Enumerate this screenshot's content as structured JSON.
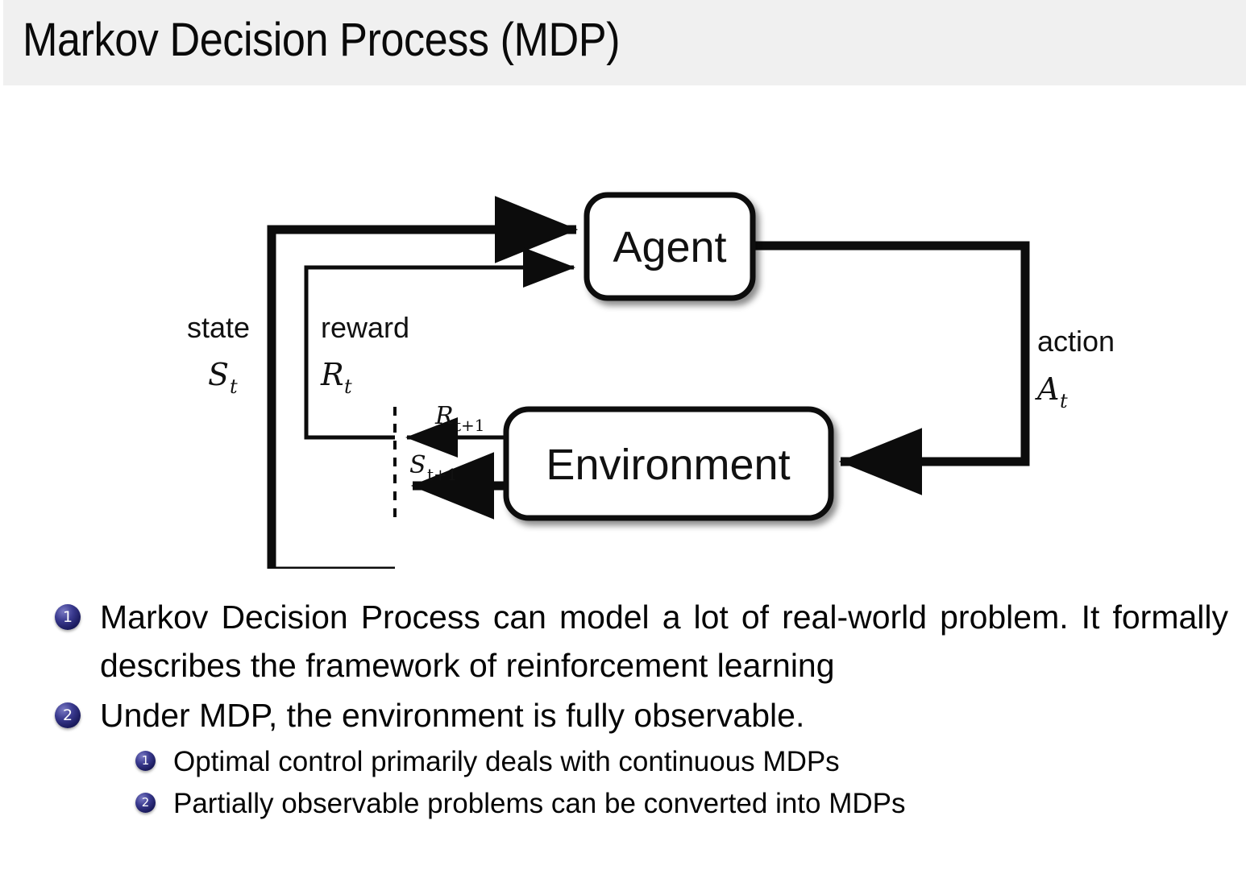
{
  "slide": {
    "title": "Markov Decision Process (MDP)",
    "header_bg": "#f0f0f0",
    "body_bg": "#ffffff",
    "text_color": "#050505",
    "badge_color": "#2a2a7f"
  },
  "diagram": {
    "name": "agent-environment-interaction-loop",
    "nodes": [
      {
        "id": "agent",
        "label": "Agent"
      },
      {
        "id": "environment",
        "label": "Environment"
      }
    ],
    "labels": {
      "state_word": "state",
      "state_symbol": "S",
      "state_symbol_sub": "t",
      "reward_word": "reward",
      "reward_symbol": "R",
      "reward_symbol_sub": "t",
      "action_word": "action",
      "action_symbol": "A",
      "action_symbol_sub": "t",
      "next_reward_symbol": "R",
      "next_reward_sub": "t+1",
      "next_state_symbol": "S",
      "next_state_sub": "t+1"
    },
    "edges": [
      {
        "from": "environment",
        "to": "agent",
        "label": "state S_t",
        "style": "thick"
      },
      {
        "from": "environment",
        "to": "agent",
        "label": "reward R_t",
        "style": "thin"
      },
      {
        "from": "agent",
        "to": "environment",
        "label": "action A_t",
        "style": "thick"
      },
      {
        "from": "environment",
        "to": "boundary",
        "label": "R_t+1",
        "style": "thin"
      },
      {
        "from": "environment",
        "to": "boundary",
        "label": "S_t+1",
        "style": "thick"
      }
    ],
    "time_boundary": "dashed-vertical-line"
  },
  "bullets": [
    {
      "number": "1",
      "level": 1,
      "text": "Markov Decision Process can model a lot of real-world problem. It formally describes the framework of reinforcement learning"
    },
    {
      "number": "2",
      "level": 1,
      "text": "Under MDP, the environment is fully observable."
    },
    {
      "number": "1",
      "level": 2,
      "text": "Optimal control primarily deals with continuous MDPs"
    },
    {
      "number": "2",
      "level": 2,
      "text": "Partially observable problems can be converted into MDPs"
    }
  ]
}
